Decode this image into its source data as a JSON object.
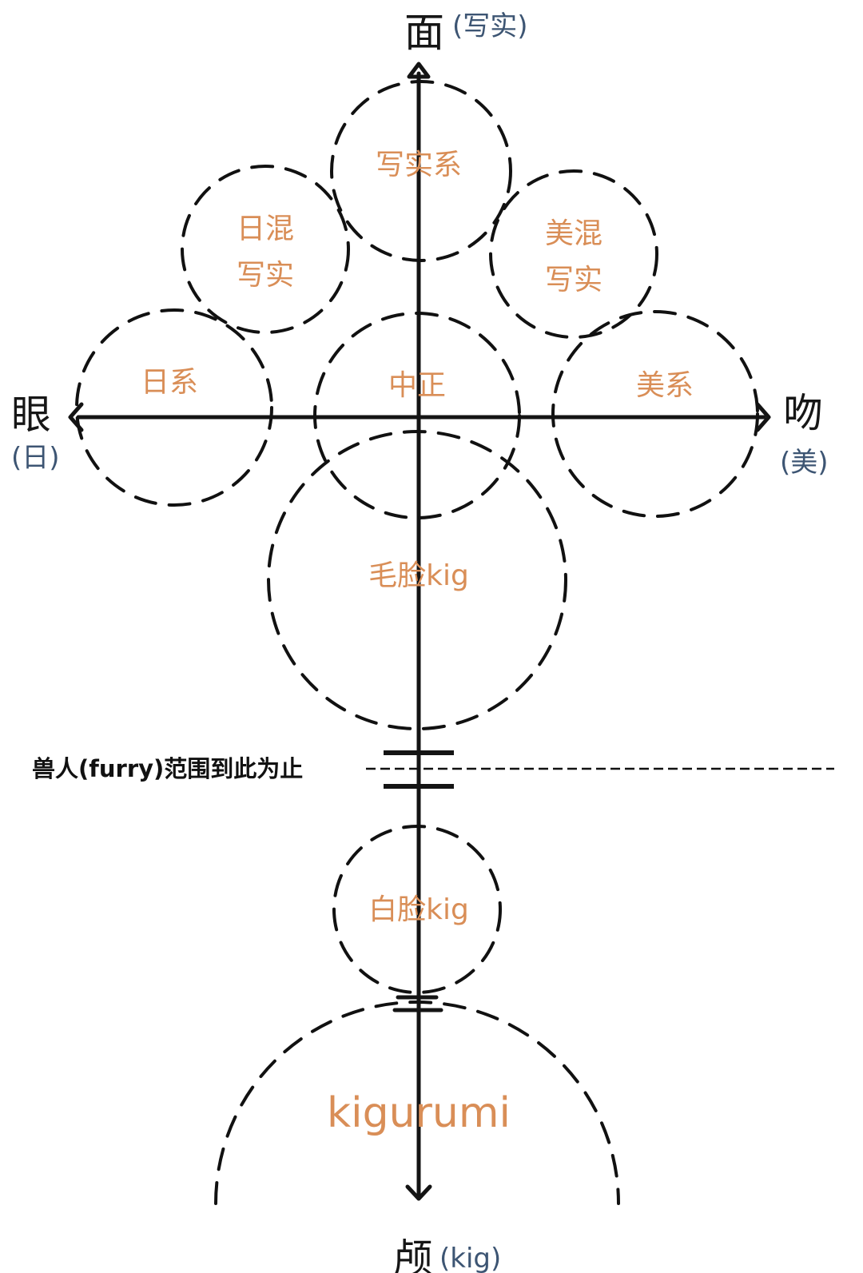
{
  "axes": {
    "top": {
      "label": "面",
      "sub": "(写实)"
    },
    "left": {
      "label": "眼",
      "sub": "(日)"
    },
    "right": {
      "label": "吻",
      "sub": "(美)"
    },
    "bottom": {
      "label": "颅",
      "sub": "(kig)"
    }
  },
  "clusters": {
    "realistic": {
      "line1": "写实系",
      "line2": ""
    },
    "jp_mix": {
      "line1": "日混",
      "line2": "写实"
    },
    "us_mix": {
      "line1": "美混",
      "line2": "写实"
    },
    "japanese": {
      "line1": "日系"
    },
    "neutral": {
      "line1": "中正"
    },
    "american": {
      "line1": "美系"
    },
    "furface": {
      "line1": "毛脸kig"
    },
    "whiteface": {
      "line1": "白脸kig"
    },
    "kigurumi": {
      "line1": "kigurumi"
    }
  },
  "threshold": {
    "label": "兽人(furry)范围到此为止"
  },
  "colors": {
    "cluster_text": "#d98e57",
    "pole_sub_text": "#3d5573",
    "lines": "#141414"
  }
}
